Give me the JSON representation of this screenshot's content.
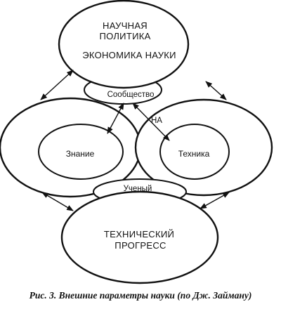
{
  "nodes": {
    "science_policy_line1": "НАУЧНАЯ",
    "science_policy_line2": "ПОЛИТИКА",
    "science_economics": "ЭКОНОМИКА НАУКИ",
    "community": "Сообщество",
    "na": "НА",
    "knowledge": "Знание",
    "technology": "Техника",
    "scientist": "Ученый",
    "tech_progress_line1": "ТЕХНИЧЕСКИЙ",
    "tech_progress_line2": "ПРОГРЕСС"
  },
  "caption": "Рис. 3. Внешние параметры науки (по Дж. Займану)",
  "colors": {
    "ink": "#111111",
    "paper": "#ffffff"
  }
}
